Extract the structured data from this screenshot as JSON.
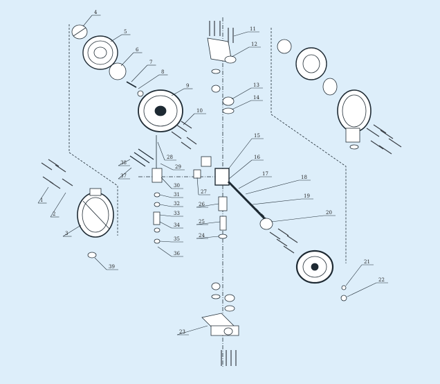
{
  "colors": {
    "background": "#ddeefa",
    "ink": "#1e2a33",
    "bolt": "#3a3f46"
  },
  "diagram": {
    "type": "exploded-assembly",
    "callouts": [
      "1",
      "2",
      "3",
      "4",
      "5",
      "6",
      "7",
      "8",
      "9",
      "10",
      "11",
      "12",
      "13",
      "14",
      "15",
      "16",
      "17",
      "18",
      "19",
      "20",
      "21",
      "22",
      "23",
      "24",
      "25",
      "26",
      "27",
      "28",
      "29",
      "30",
      "31",
      "32",
      "33",
      "34",
      "35",
      "36",
      "37",
      "38",
      "39"
    ]
  }
}
